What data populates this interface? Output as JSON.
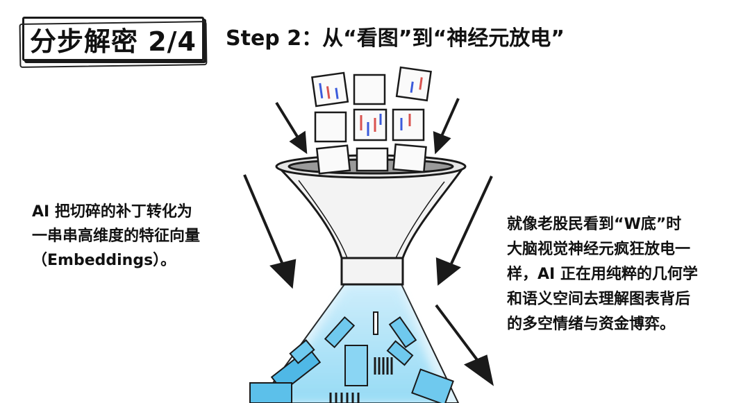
{
  "header": {
    "badge": "分步解密 2/4",
    "step_title": "Step 2：从“看图”到“神经元放电”"
  },
  "left_caption": {
    "lines": [
      "AI 把切碎的补丁转化为",
      "一串串高维度的特征向量",
      "（Embeddings）。"
    ]
  },
  "right_caption": {
    "lines": [
      "就像老股民看到“W底”时",
      "大脑视觉神经元疯狂放电一",
      "样，AI 正在用纯粹的几何学",
      "和语义空间去理解图表背后",
      "的多空情绪与资金博弈。"
    ]
  },
  "colors": {
    "ink": "#1a1a1a",
    "glow": "#5cc8f0",
    "candle_up": "#d9534f",
    "candle_down": "#3b5bdb"
  }
}
